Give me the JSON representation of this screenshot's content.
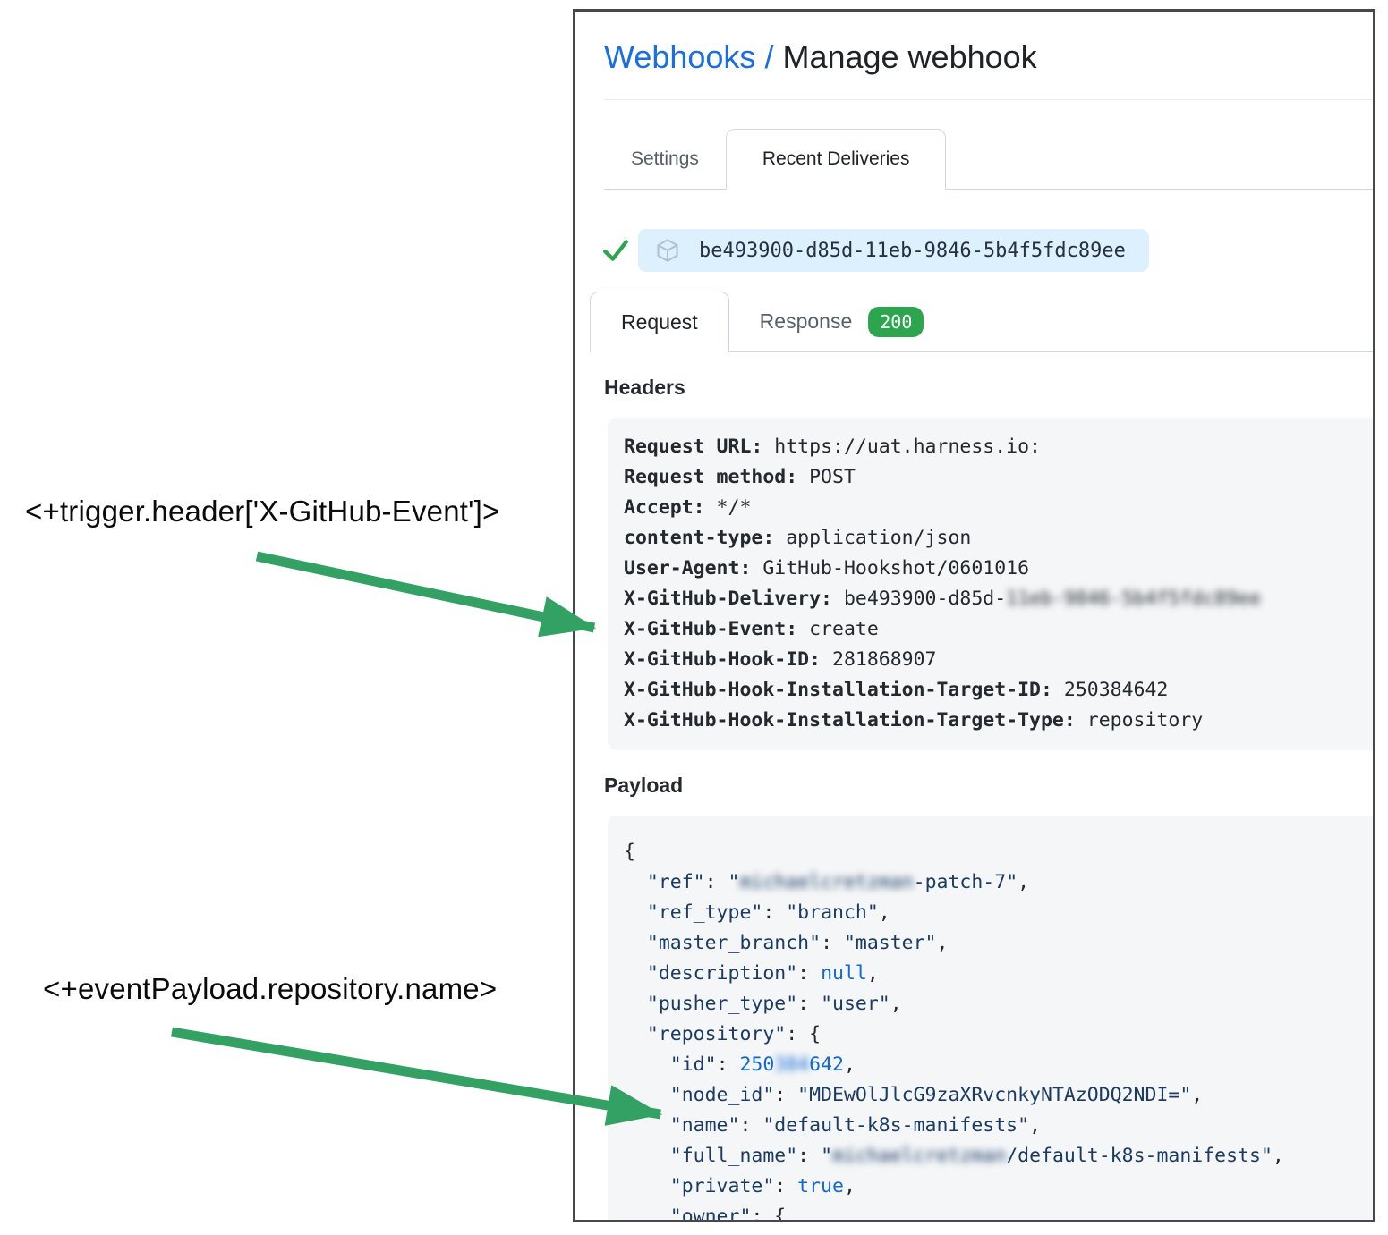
{
  "annotations": {
    "trigger_expression": "<+trigger.header['X-GitHub-Event']>",
    "payload_expression": "<+eventPayload.repository.name>",
    "arrow_color": "#33a164"
  },
  "breadcrumb": {
    "link": "Webhooks",
    "separator": " / ",
    "current": "Manage webhook"
  },
  "tabs": {
    "settings": "Settings",
    "recent_deliveries": "Recent Deliveries"
  },
  "delivery": {
    "id": "be493900-d85d-11eb-9846-5b4f5fdc89ee"
  },
  "subtabs": {
    "request": "Request",
    "response": "Response",
    "status": "200",
    "status_color": "#2da44e"
  },
  "headers": {
    "title": "Headers",
    "rows": [
      {
        "key": "Request URL:",
        "value": " https://uat.harness.io:"
      },
      {
        "key": "Request method:",
        "value": " POST"
      },
      {
        "key": "Accept:",
        "value": " */*"
      },
      {
        "key": "content-type:",
        "value": " application/json"
      },
      {
        "key": "User-Agent:",
        "value": " GitHub-Hookshot/0601016"
      },
      {
        "key": "X-GitHub-Delivery:",
        "value": " be493900-d85d-",
        "redacted": "11eb-9846-5b4f5fdc89ee"
      },
      {
        "key": "X-GitHub-Event:",
        "value": " create"
      },
      {
        "key": "X-GitHub-Hook-ID:",
        "value": " 281868907"
      },
      {
        "key": "X-GitHub-Hook-Installation-Target-ID:",
        "value": " 250384642"
      },
      {
        "key": "X-GitHub-Hook-Installation-Target-Type:",
        "value": " repository"
      }
    ]
  },
  "payload": {
    "title": "Payload",
    "lines": [
      [
        {
          "c": "pun",
          "t": "{"
        }
      ],
      [
        {
          "c": "pun",
          "t": "  "
        },
        {
          "c": "str",
          "t": "\"ref\""
        },
        {
          "c": "pun",
          "t": ": "
        },
        {
          "c": "str",
          "t": "\""
        },
        {
          "c": "str blur",
          "t": "michaelcretzman"
        },
        {
          "c": "str",
          "t": "-patch-7\""
        },
        {
          "c": "pun",
          "t": ","
        }
      ],
      [
        {
          "c": "pun",
          "t": "  "
        },
        {
          "c": "str",
          "t": "\"ref_type\""
        },
        {
          "c": "pun",
          "t": ": "
        },
        {
          "c": "str",
          "t": "\"branch\""
        },
        {
          "c": "pun",
          "t": ","
        }
      ],
      [
        {
          "c": "pun",
          "t": "  "
        },
        {
          "c": "str",
          "t": "\"master_branch\""
        },
        {
          "c": "pun",
          "t": ": "
        },
        {
          "c": "str",
          "t": "\"master\""
        },
        {
          "c": "pun",
          "t": ","
        }
      ],
      [
        {
          "c": "pun",
          "t": "  "
        },
        {
          "c": "str",
          "t": "\"description\""
        },
        {
          "c": "pun",
          "t": ": "
        },
        {
          "c": "lit",
          "t": "null"
        },
        {
          "c": "pun",
          "t": ","
        }
      ],
      [
        {
          "c": "pun",
          "t": "  "
        },
        {
          "c": "str",
          "t": "\"pusher_type\""
        },
        {
          "c": "pun",
          "t": ": "
        },
        {
          "c": "str",
          "t": "\"user\""
        },
        {
          "c": "pun",
          "t": ","
        }
      ],
      [
        {
          "c": "pun",
          "t": "  "
        },
        {
          "c": "str",
          "t": "\"repository\""
        },
        {
          "c": "pun",
          "t": ": {"
        }
      ],
      [
        {
          "c": "pun",
          "t": "    "
        },
        {
          "c": "str",
          "t": "\"id\""
        },
        {
          "c": "pun",
          "t": ": "
        },
        {
          "c": "lit",
          "t": "250"
        },
        {
          "c": "lit blur",
          "t": "384"
        },
        {
          "c": "lit",
          "t": "642"
        },
        {
          "c": "pun",
          "t": ","
        }
      ],
      [
        {
          "c": "pun",
          "t": "    "
        },
        {
          "c": "str",
          "t": "\"node_id\""
        },
        {
          "c": "pun",
          "t": ": "
        },
        {
          "c": "str",
          "t": "\"MDEwOlJlcG9zaXRvcnkyNTAzODQ2NDI=\""
        },
        {
          "c": "pun",
          "t": ","
        }
      ],
      [
        {
          "c": "pun",
          "t": "    "
        },
        {
          "c": "str",
          "t": "\"name\""
        },
        {
          "c": "pun",
          "t": ": "
        },
        {
          "c": "str",
          "t": "\"default-k8s-manifests\""
        },
        {
          "c": "pun",
          "t": ","
        }
      ],
      [
        {
          "c": "pun",
          "t": "    "
        },
        {
          "c": "str",
          "t": "\"full_name\""
        },
        {
          "c": "pun",
          "t": ": "
        },
        {
          "c": "str",
          "t": "\""
        },
        {
          "c": "str blur",
          "t": "michaelcretzman"
        },
        {
          "c": "str",
          "t": "/default-k8s-manifests\""
        },
        {
          "c": "pun",
          "t": ","
        }
      ],
      [
        {
          "c": "pun",
          "t": "    "
        },
        {
          "c": "str",
          "t": "\"private\""
        },
        {
          "c": "pun",
          "t": ": "
        },
        {
          "c": "lit",
          "t": "true"
        },
        {
          "c": "pun",
          "t": ","
        }
      ],
      [
        {
          "c": "pun",
          "t": "    "
        },
        {
          "c": "str",
          "t": "\"owner\""
        },
        {
          "c": "pun",
          "t": ": {"
        }
      ]
    ]
  }
}
